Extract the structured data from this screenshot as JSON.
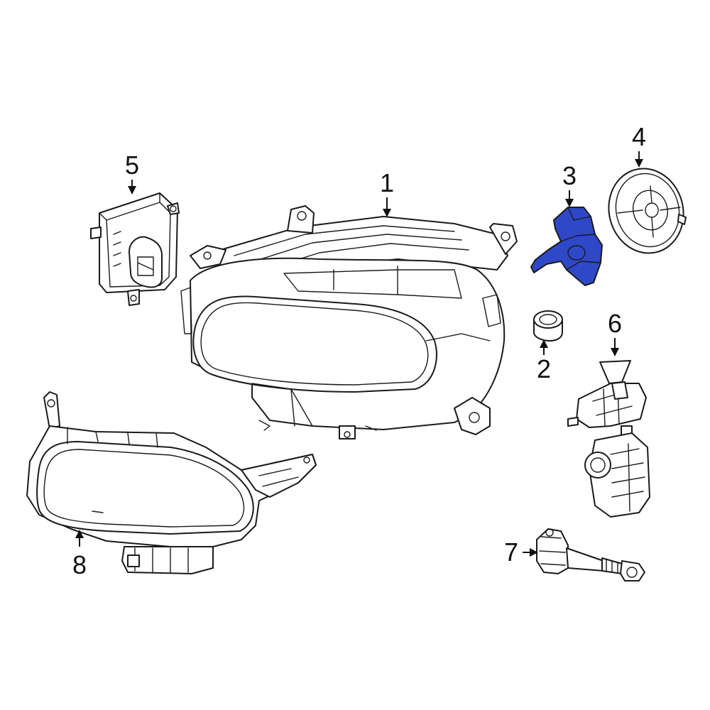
{
  "highlight_color": "#2f48c8",
  "line_color": "#1a1a1a",
  "callouts": {
    "c1": "1",
    "c2": "2",
    "c3": "3",
    "c4": "4",
    "c5": "5",
    "c6": "6",
    "c7": "7",
    "c8": "8"
  },
  "parts": {
    "p1": "headlamp-assembly",
    "p2": "bushing",
    "p3": "bulb",
    "p4": "cover-cap",
    "p5": "control-module",
    "p6": "leveling-motor",
    "p7": "socket-harness",
    "p8": "fog-lamp-bezel"
  }
}
